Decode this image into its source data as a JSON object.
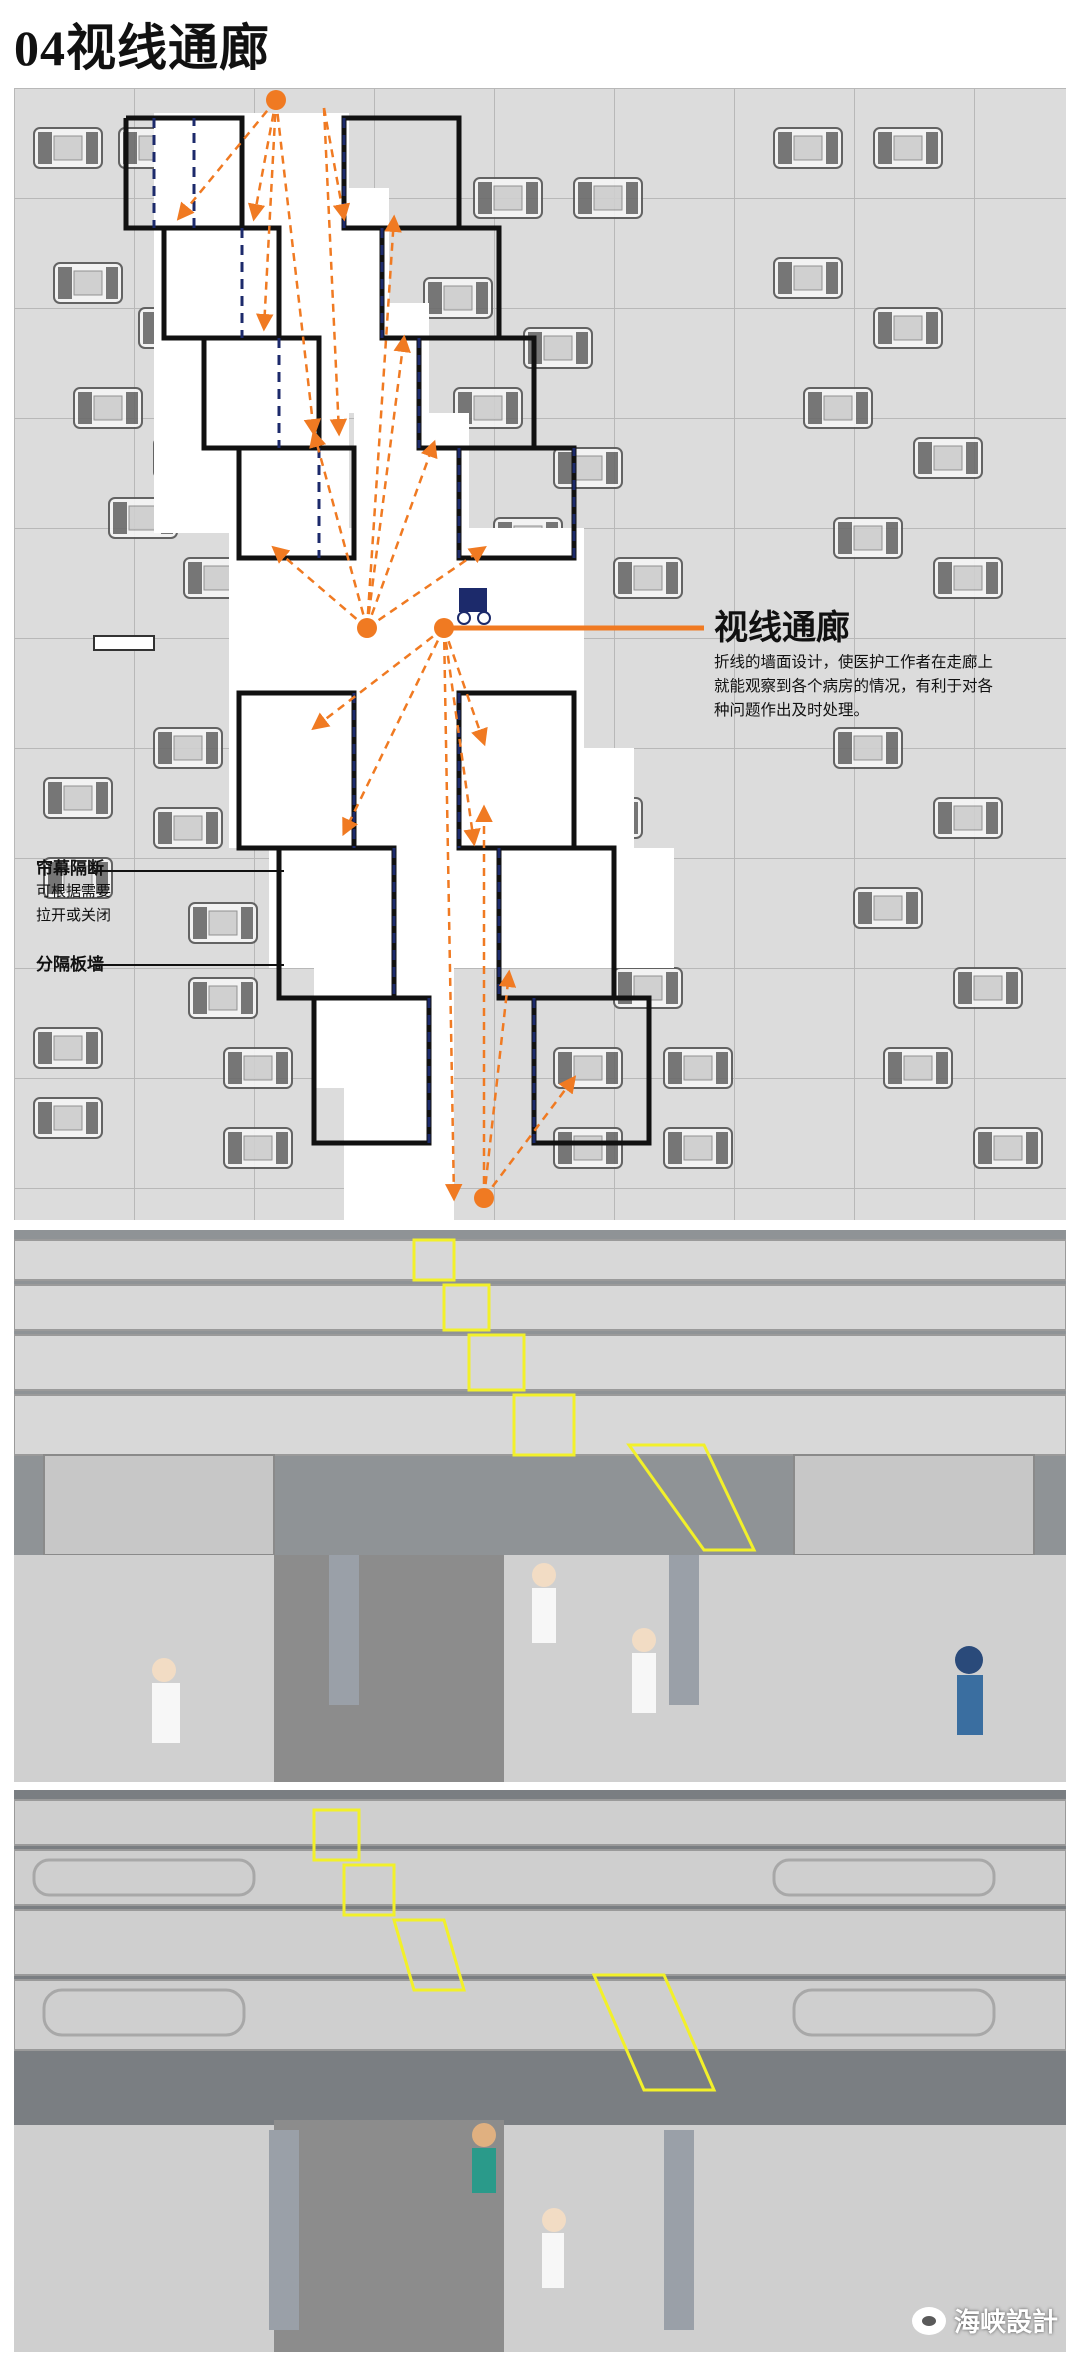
{
  "title": "04视线通廊",
  "callout": {
    "heading": "视线通廊",
    "body_lines": [
      "折线的墙面设计，使医护工作者在走廊上",
      "就能观察到各个病房的情况，有利于对各",
      "种问题作出及时处理。"
    ]
  },
  "labels": {
    "curtain_title": "帘幕隔断",
    "curtain_line1": "可根据需要",
    "curtain_line2": "拉开或关闭",
    "partition": "分隔板墙"
  },
  "watermark": "海峡設計",
  "colors": {
    "accent": "#f07a22",
    "wall": "#111111",
    "dash": "#1c2a6b",
    "highlight": "#f2f02a",
    "floor": "#dcdcdc",
    "corridor": "#ffffff"
  }
}
